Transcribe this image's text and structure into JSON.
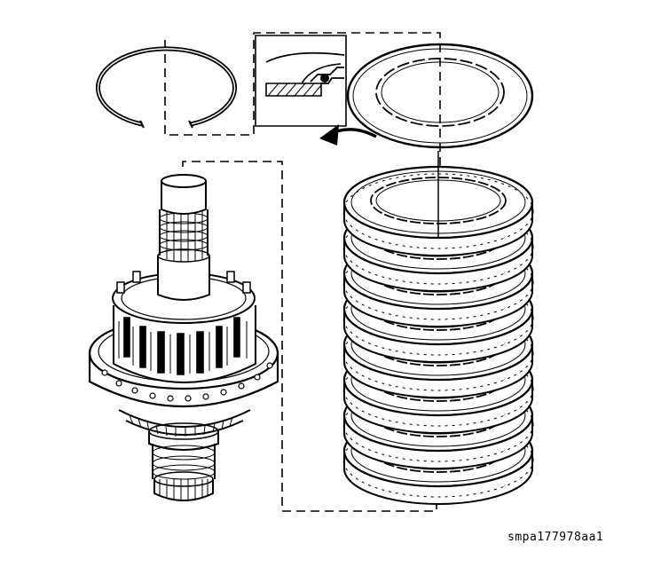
{
  "figure": {
    "reference_code": "smpa177978aa1",
    "line_color": "#000000",
    "background": "#ffffff",
    "friction_plate_count": 8
  },
  "parts": [
    {
      "name": "snap-ring"
    },
    {
      "name": "snap-ring-detail-inset"
    },
    {
      "name": "backing-plate"
    },
    {
      "name": "clutch-plate-stack"
    },
    {
      "name": "clutch-hub-shaft-assembly"
    }
  ]
}
